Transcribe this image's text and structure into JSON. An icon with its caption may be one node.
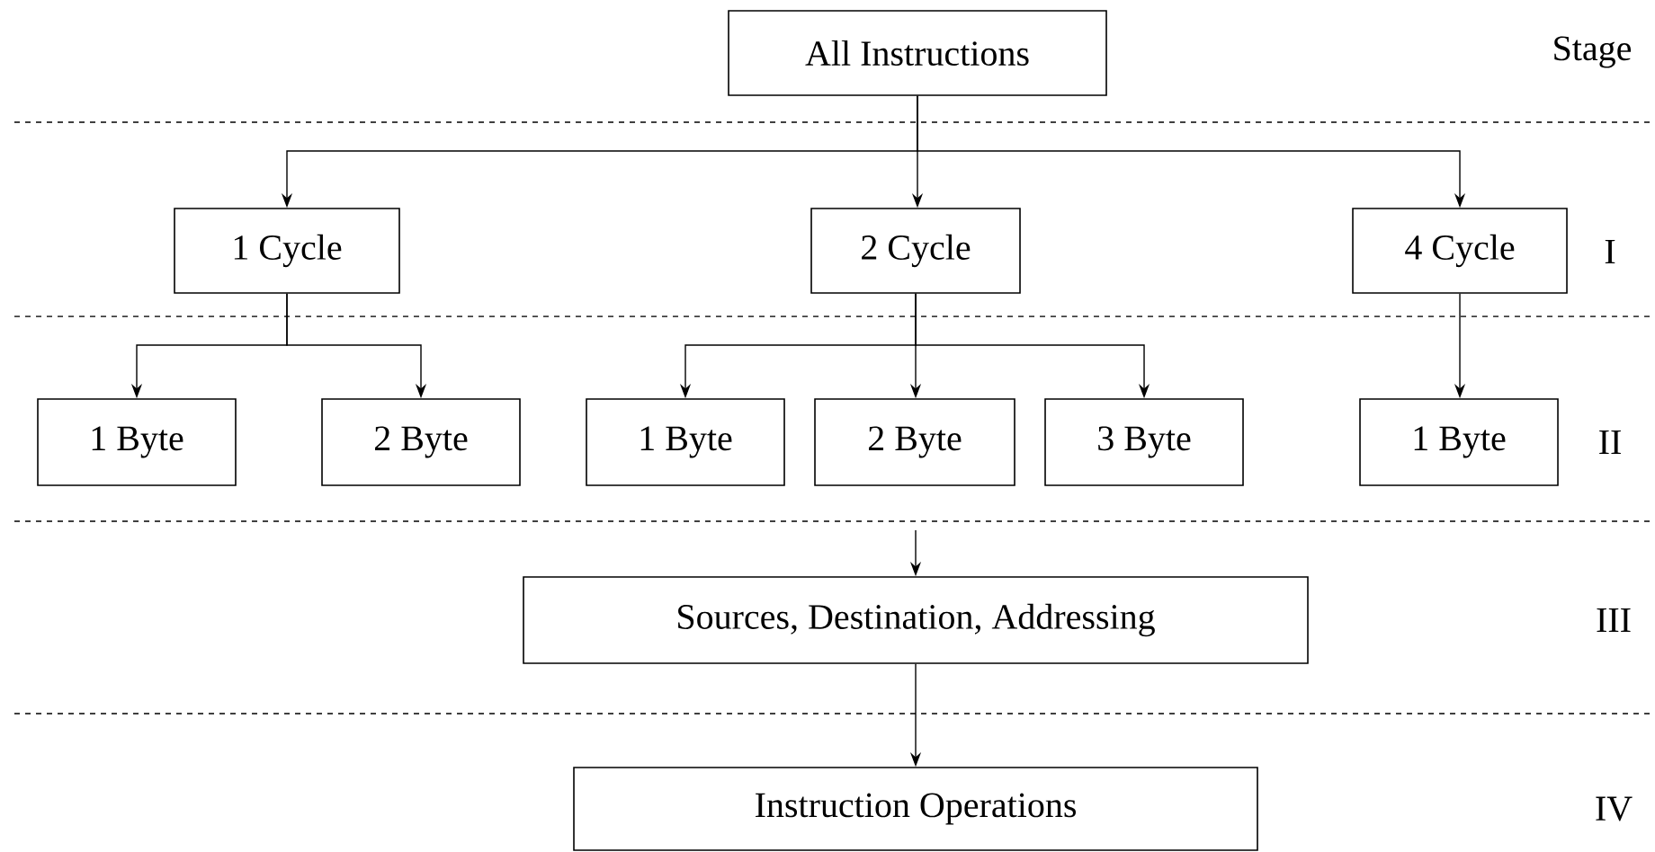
{
  "diagram": {
    "nodes": [
      {
        "text": [
          "All Instructions"
        ]
      },
      {
        "text": [
          "1 Cycle"
        ]
      },
      {
        "text": [
          "2 Cycle"
        ]
      },
      {
        "text": [
          "4 Cycle"
        ]
      },
      {
        "text": [
          "1 Byte"
        ]
      },
      {
        "text": [
          "2 Byte"
        ]
      },
      {
        "text": [
          "1 Byte"
        ]
      },
      {
        "text": [
          "2 Byte"
        ]
      },
      {
        "text": [
          "3 Byte"
        ]
      },
      {
        "text": [
          "1 Byte"
        ]
      },
      {
        "text": [
          "Sources, Destination, Addressing"
        ]
      },
      {
        "text": [
          "Instruction Operations"
        ]
      }
    ],
    "edges": [
      {
        "from": 0,
        "to": 1,
        "arrow": "to"
      },
      {
        "from": 0,
        "to": 2,
        "arrow": "to"
      },
      {
        "from": 0,
        "to": 3,
        "arrow": "to"
      },
      {
        "from": 1,
        "to": 4,
        "arrow": "to"
      },
      {
        "from": 1,
        "to": 5,
        "arrow": "to"
      },
      {
        "from": 2,
        "to": 6,
        "arrow": "to"
      },
      {
        "from": 2,
        "to": 7,
        "arrow": "to"
      },
      {
        "from": 2,
        "to": 8,
        "arrow": "to"
      },
      {
        "from": 3,
        "to": 9,
        "arrow": "to"
      },
      {
        "from": null,
        "to": 10,
        "arrow": "to"
      },
      {
        "from": 10,
        "to": 11,
        "arrow": "to"
      }
    ],
    "labels": [
      "Stage",
      "I",
      "II",
      "III",
      "IV"
    ]
  }
}
